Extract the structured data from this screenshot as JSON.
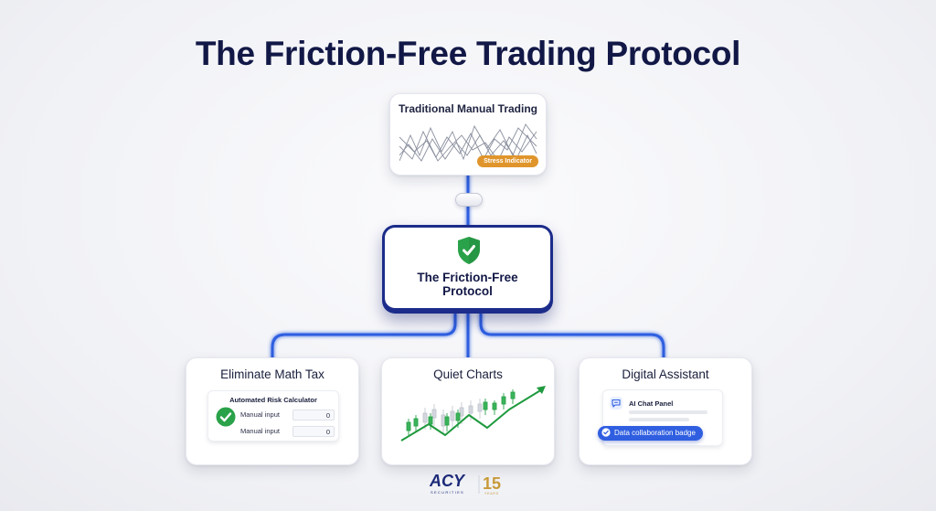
{
  "title": "The Friction-Free Trading Protocol",
  "colors": {
    "navy": "#121846",
    "hub_border": "#1c2c8a",
    "connector_blue": "#2f5ee0",
    "success_green": "#2aa24a",
    "stress_orange": "#e0952c"
  },
  "top_card": {
    "title": "Traditional Manual Trading",
    "badge": "Stress Indicator"
  },
  "hub": {
    "icon": "shield-check-icon",
    "title_line1": "The Friction-Free",
    "title_line2": "Protocol"
  },
  "cards": {
    "math": {
      "title": "Eliminate Math Tax",
      "panel_title": "Automated Risk Calculator",
      "icon": "check-circle-icon",
      "rows": [
        {
          "label": "Manual input",
          "value": "0"
        },
        {
          "label": "Manual input",
          "value": "0"
        }
      ]
    },
    "charts": {
      "title": "Quiet Charts"
    },
    "assistant": {
      "title": "Digital Assistant",
      "panel_title": "AI Chat Panel",
      "icon": "chat-bubble-icon",
      "badge": "Data collaboration badge"
    }
  },
  "logo": {
    "brand": "ACY",
    "sub": "SECURITIES",
    "years": "15",
    "years_label": "YEARS"
  }
}
